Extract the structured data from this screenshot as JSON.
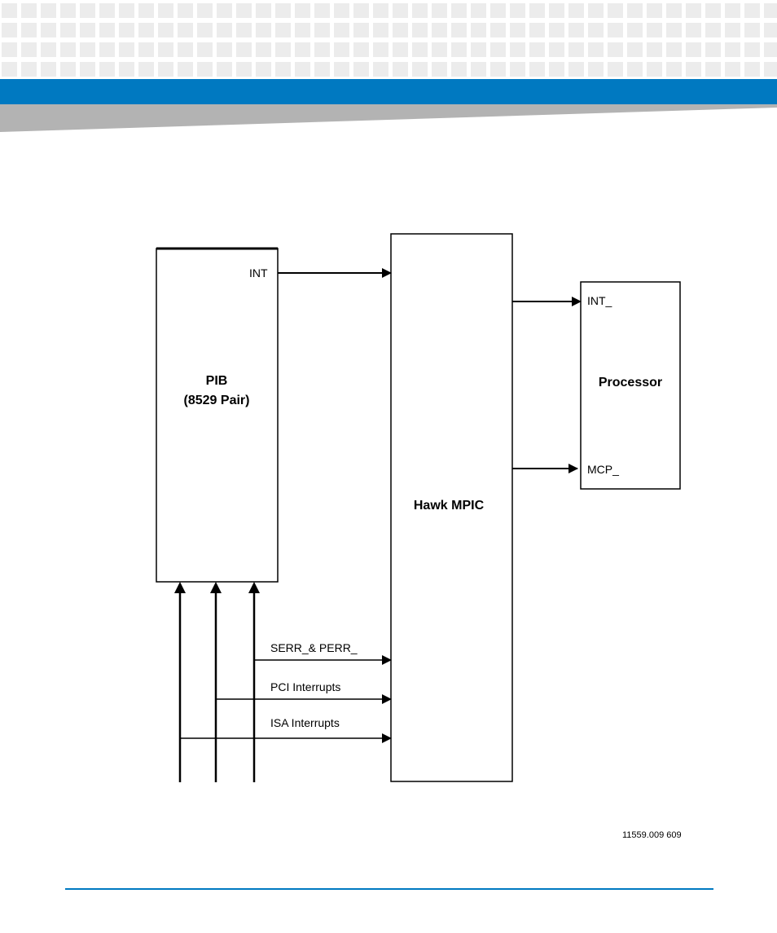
{
  "header": {
    "accent_color": "#0079c1",
    "band_color": "#0079c1",
    "wedge_color": "#b3b3b3"
  },
  "diagram": {
    "pib": {
      "title": "PIB",
      "subtitle": "(8529 Pair)",
      "int_label": "INT"
    },
    "mpic": {
      "title": "Hawk MPIC"
    },
    "processor": {
      "title": "Processor",
      "int_label": "INT_",
      "mcp_label": "MCP_"
    },
    "signals": {
      "serr_perr": "SERR_& PERR_",
      "pci": "PCI Interrupts",
      "isa": "ISA Interrupts"
    },
    "figure_id": "11559.009 609"
  }
}
